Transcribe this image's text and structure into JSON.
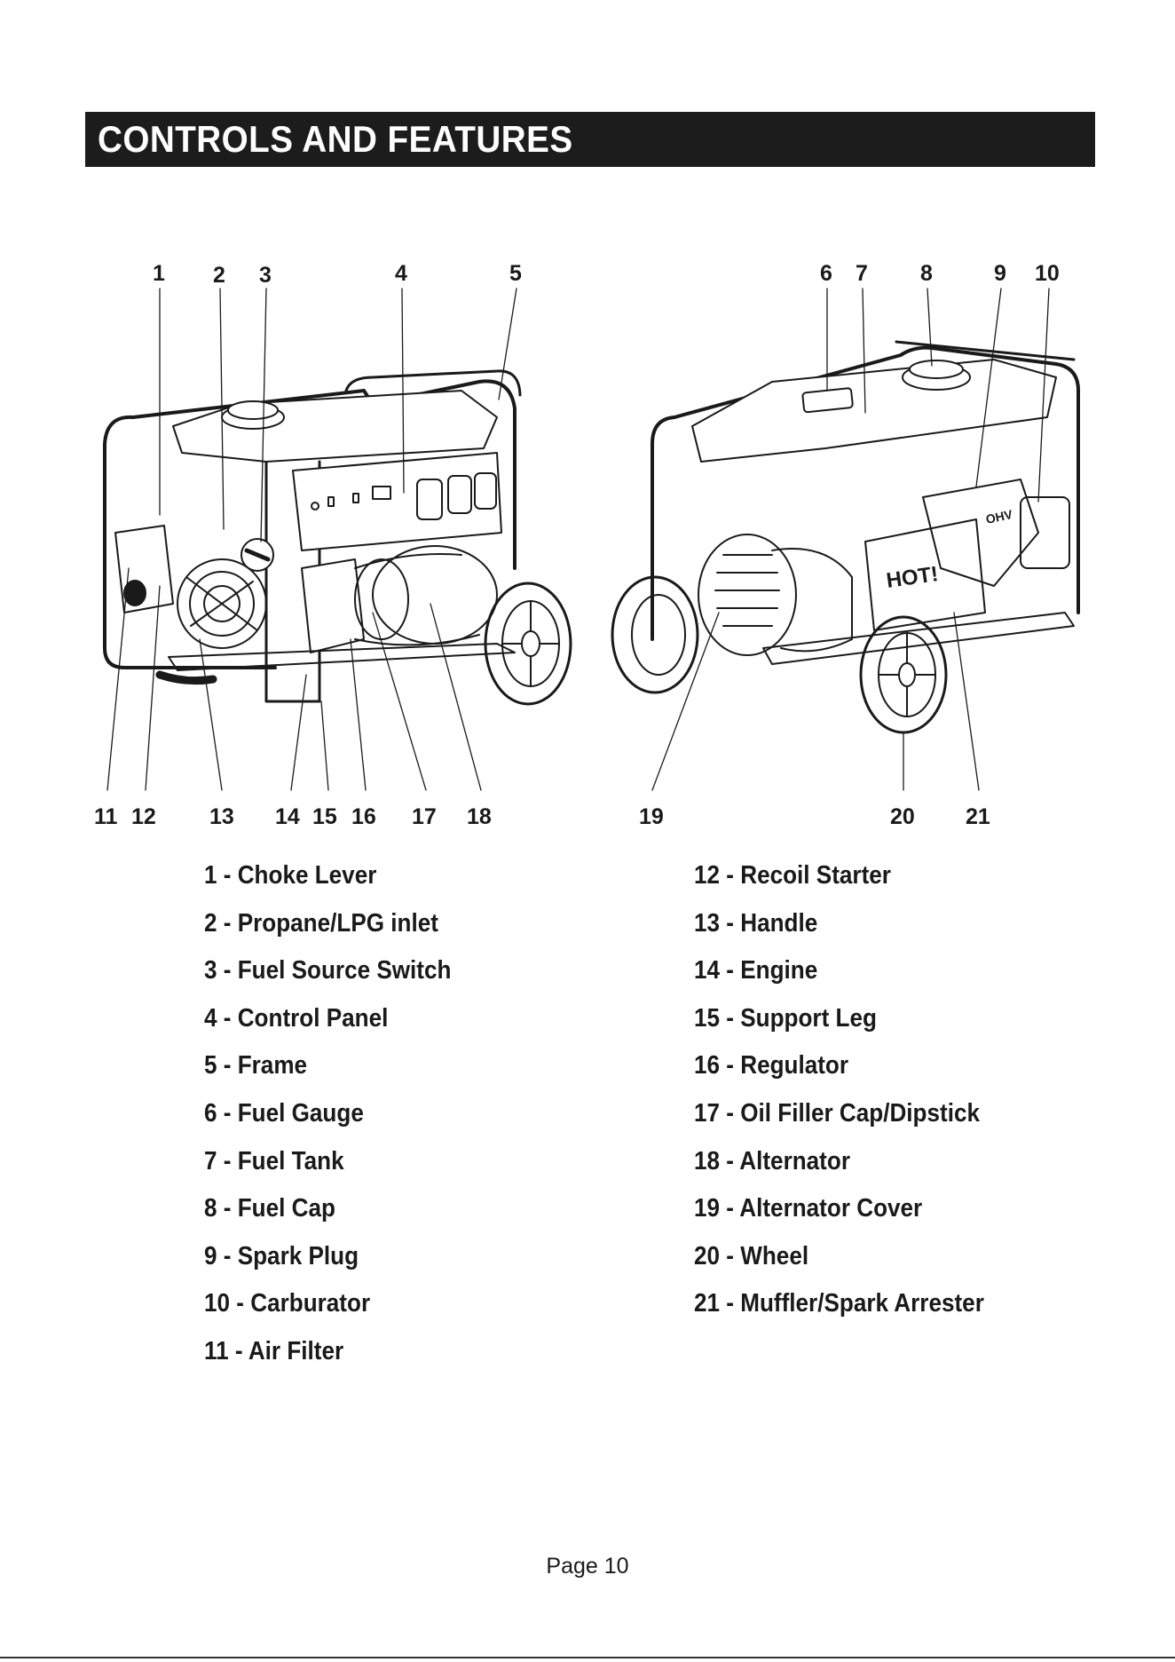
{
  "header": {
    "title": "CONTROLS AND FEATURES"
  },
  "figure": {
    "front_callouts": [
      "1",
      "2",
      "3",
      "4",
      "5",
      "11",
      "12",
      "13",
      "14",
      "15",
      "16",
      "17",
      "18"
    ],
    "rear_callouts": [
      "6",
      "7",
      "8",
      "9",
      "10",
      "19",
      "20",
      "21"
    ],
    "panel_labels": {
      "hot_warning": "HOT!",
      "ohv_badge": "OHV"
    }
  },
  "legend": {
    "left": [
      "1 - Choke Lever",
      "2 - Propane/LPG inlet",
      "3 - Fuel Source Switch",
      "4 - Control Panel",
      "5 - Frame",
      "6 - Fuel Gauge",
      "7 - Fuel Tank",
      "8 - Fuel Cap",
      "9 - Spark Plug",
      "10 - Carburator",
      "11 - Air Filter"
    ],
    "right": [
      "12 - Recoil Starter",
      "13 - Handle",
      "14 - Engine",
      "15 - Support Leg",
      "16 - Regulator",
      "17 - Oil Filler Cap/Dipstick",
      "18 - Alternator",
      "19 - Alternator Cover",
      "20 - Wheel",
      "21 - Muffler/Spark Arrester"
    ]
  },
  "footer": {
    "page_label": "Page 10"
  },
  "colors": {
    "ink": "#1a1a1a",
    "title_bar": "#1c1c1c",
    "paper": "#ffffff"
  }
}
